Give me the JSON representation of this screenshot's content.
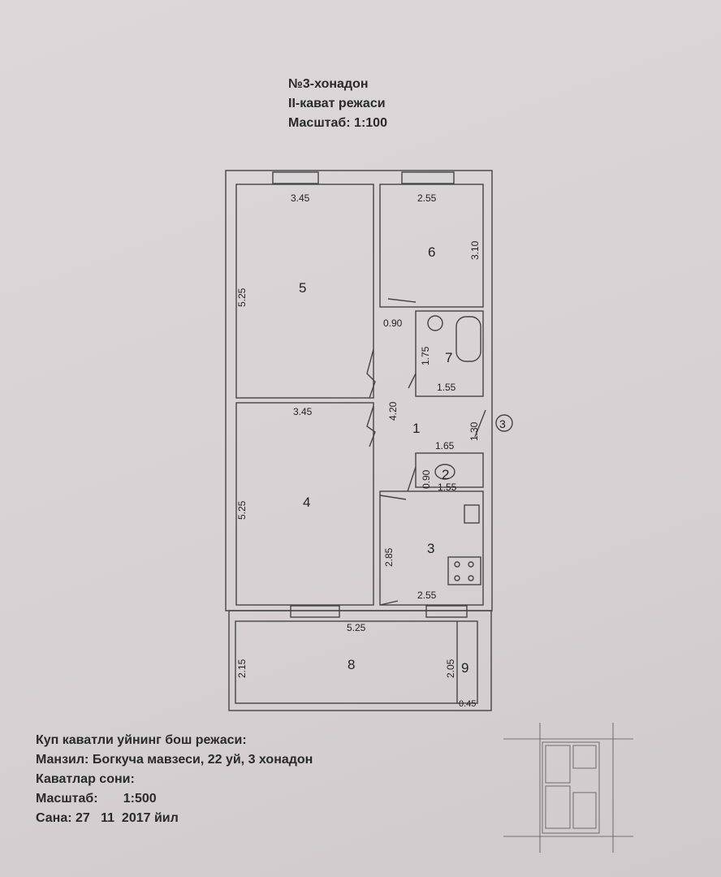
{
  "title": {
    "apartment": "№3-хонадон",
    "floor": "II-кават режаси",
    "scale": "Масштаб: 1:100"
  },
  "rooms": {
    "r1": "1",
    "r2": "2",
    "r3": "3",
    "r4": "4",
    "r5": "5",
    "r6": "6",
    "r7": "7",
    "r8": "8",
    "r9": "9",
    "entrance": "3"
  },
  "dimensions": {
    "r5_width": "3.45",
    "r5_length": "5.25",
    "r6_width": "2.55",
    "r6_length": "3.10",
    "door_090": "0.90",
    "r7_length": "1.75",
    "r7_width": "1.55",
    "r1_length": "4.20",
    "r4_width": "3.45",
    "r1_door": "1.30",
    "r1_width": "1.65",
    "r2_length": "0.90",
    "r2_width": "1.55",
    "r4_length": "5.25",
    "r3_length": "2.85",
    "r3_width": "2.55",
    "r8_width": "5.25",
    "r8_length": "2.15",
    "r9_length": "2.05",
    "r9_width": "0.45"
  },
  "info": {
    "line1": "Куп каватли уйнинг бош режаси:",
    "line2": "Манзил: Богкуча мавзеси, 22 уй, 3 хонадон",
    "line3": "Каватлар сони:",
    "line4": "Масштаб:       1:500",
    "line5": "Сана: 27   11  2017 йил"
  }
}
